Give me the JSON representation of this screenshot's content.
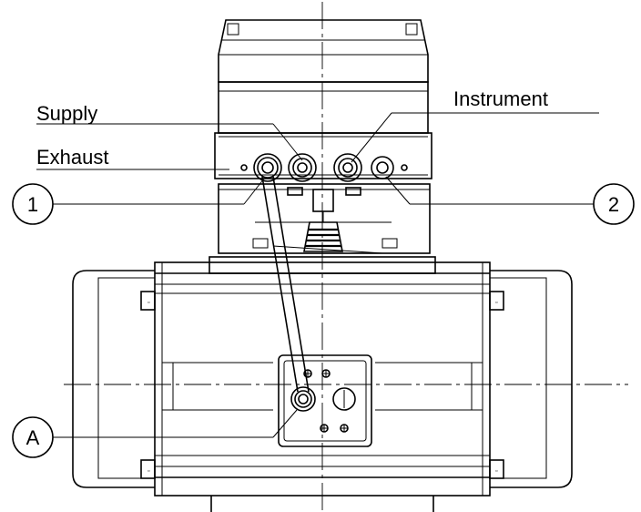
{
  "labels": {
    "supply": "Supply",
    "exhaust": "Exhaust",
    "instrument": "Instrument"
  },
  "callouts": {
    "one": "1",
    "two": "2",
    "a": "A"
  }
}
